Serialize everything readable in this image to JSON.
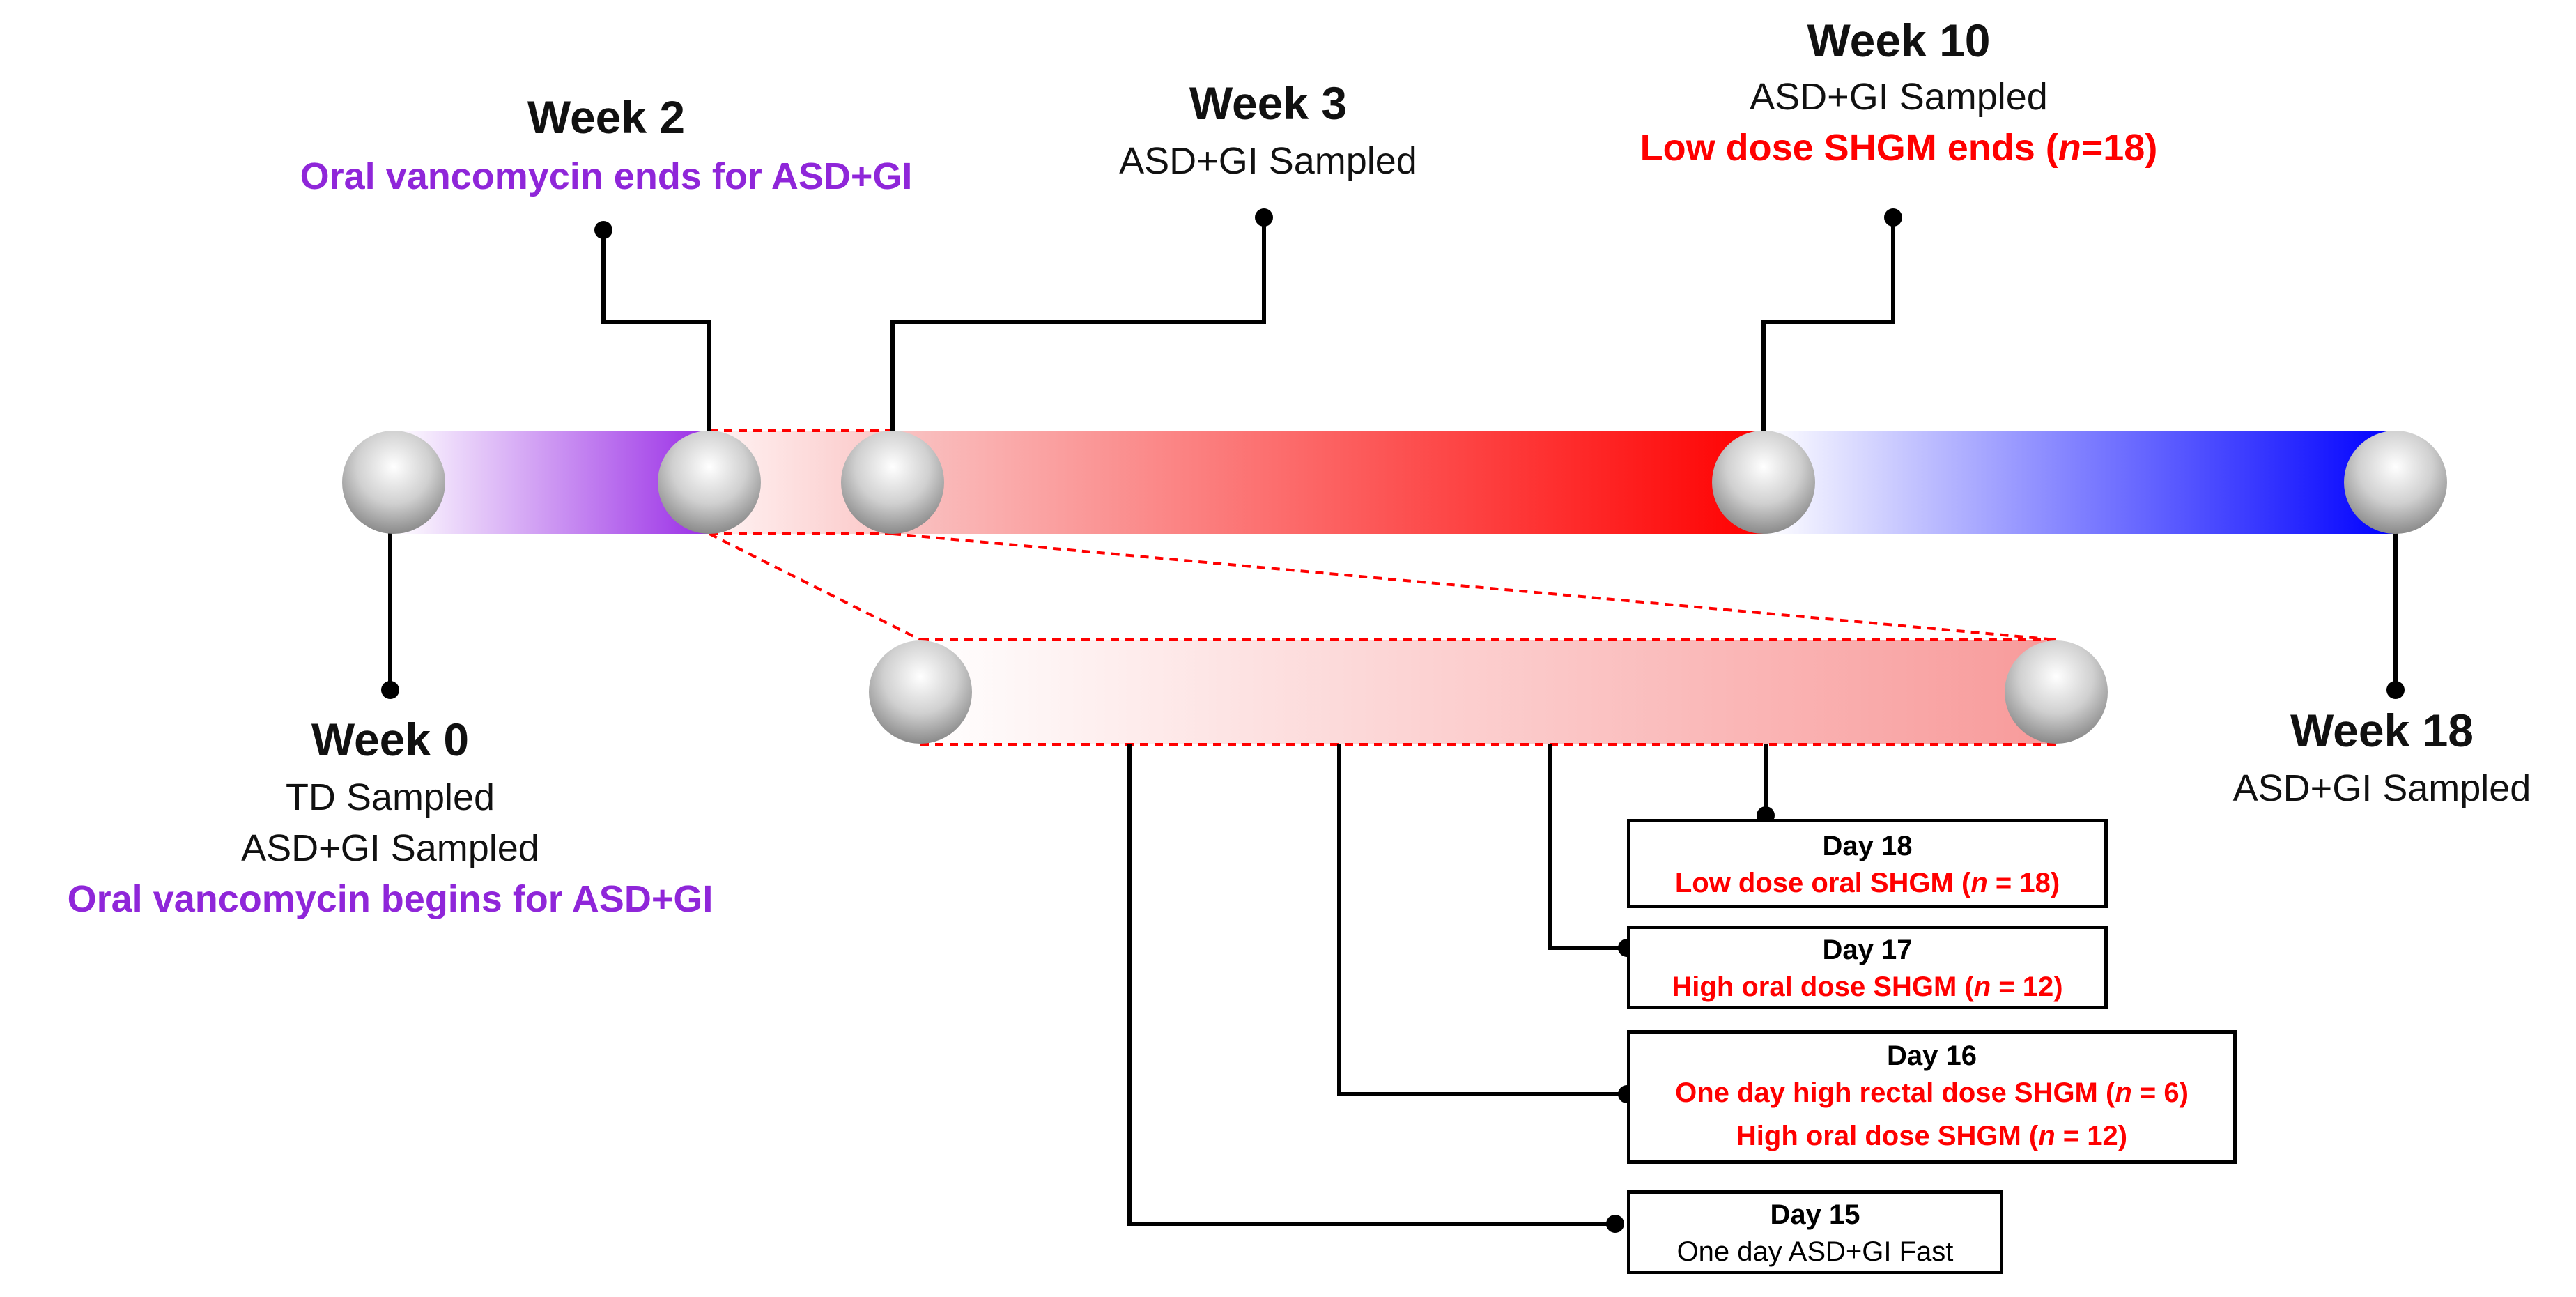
{
  "colors": {
    "purple": "#8f26d9",
    "red": "#ff0000",
    "blue": "#0000ff",
    "black": "#000000"
  },
  "milestones": {
    "week0": {
      "title": "Week 0",
      "line1": "TD Sampled",
      "line2": "ASD+GI Sampled",
      "line3": "Oral vancomycin begins for ASD+GI"
    },
    "week2": {
      "title": "Week 2",
      "line1": "Oral vancomycin ends for ASD+GI"
    },
    "week3": {
      "title": "Week 3",
      "line1": "ASD+GI Sampled"
    },
    "week10": {
      "title": "Week 10",
      "line1": "ASD+GI Sampled",
      "line2_prefix": "Low dose SHGM ends (",
      "line2_n": "n",
      "line2_suffix": "=18)"
    },
    "week18": {
      "title": "Week 18",
      "line1": "ASD+GI Sampled"
    }
  },
  "days": {
    "day18": {
      "title": "Day 18",
      "line1_prefix": "Low dose oral SHGM (",
      "line1_n": "n",
      "line1_suffix": " = 18)"
    },
    "day17": {
      "title": "Day 17",
      "line1_prefix": "High oral dose SHGM (",
      "line1_n": "n",
      "line1_suffix": " = 12)"
    },
    "day16": {
      "title": "Day 16",
      "line1_prefix": "One day high rectal dose SHGM (",
      "line1_n": "n",
      "line1_suffix": " = 6)",
      "line2_prefix": "High oral dose SHGM (",
      "line2_n": "n",
      "line2_suffix": " = 12)"
    },
    "day15": {
      "title": "Day 15",
      "line1": "One day ASD+GI Fast"
    }
  }
}
